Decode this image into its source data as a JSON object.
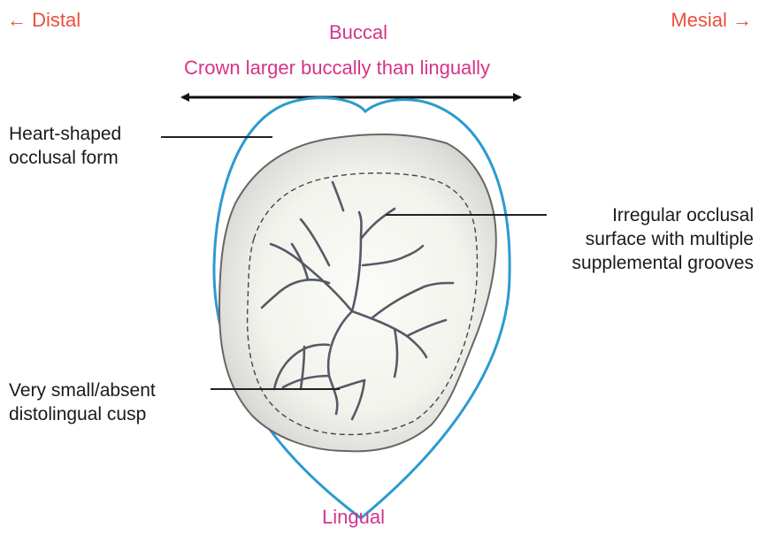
{
  "orientation": {
    "distal": "← Distal",
    "mesial": "Mesial →",
    "buccal": "Buccal",
    "lingual": "Lingual"
  },
  "headline": "Crown larger buccally than lingually",
  "callouts": {
    "heart_shaped": [
      "Heart-shaped",
      "occlusal form"
    ],
    "irregular_surface": [
      "Irregular occlusal",
      "surface with multiple",
      "supplemental grooves"
    ],
    "distolingual_cusp": [
      "Very small/absent",
      "distolingual cusp"
    ]
  },
  "colors": {
    "orientation_text": "#e8503a",
    "headline_text": "#d6338a",
    "crown_outline": "#2b9bd0",
    "tooth_fill": "#f1f1ec",
    "groove_stroke": "#555a66"
  }
}
